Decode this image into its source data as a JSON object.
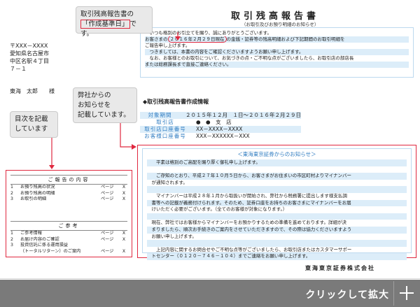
{
  "document": {
    "title": "取引残高報告書",
    "subtitle": "（お取引及びお預り明細のお知らせ）",
    "address": [
      "〒XXX－XXXX",
      "愛知県名古屋市",
      "中区名駅４丁目",
      "７－１"
    ],
    "recipient": "東海　太郎　　様",
    "intro_lines": [
      "いつも格別のお引立てを賜り、誠にありがとうございます。",
      "お客さまの",
      "ご報告申し上げます。",
      "つきましては、本書の内容をご確認くださいますようお願い申し上げます。",
      "なお、お客様とのお取引について、お気づきの点・ご不明な点がございましたら、お取引店の部店長",
      "または総務課長まで直接ご連絡ください。"
    ],
    "intro_date": "２０１６年２月２９日現在",
    "intro_line2_tail": "の金銭・証券等の残高明細および下記期間のお取引明細を",
    "info_heading": "◆取引残高報告書作成情報",
    "info_rows": [
      {
        "k": "対象期間",
        "v": "２０１５年１２月　１日～２０１６年２月２９日"
      },
      {
        "k": "取引店",
        "v": "●　●　支　店"
      },
      {
        "k": "取引店口座番号",
        "v": "XX－XXXX－XXXX"
      },
      {
        "k": "お客様口座番号",
        "v": "XXX－XXXXXX－XXX"
      }
    ],
    "notice_heading": "＜東海東京証券からのお知らせ＞",
    "notice_lines": [
      "平素は格別のご高配を賜り厚く御礼申し上げます。",
      "",
      "ご存知のとおり、平成２７年１０月５日から、お客さまがお住まいの市区町村よりマイナンバー",
      "が通知されます。",
      "",
      "マイナンバーは平成２８年１月から取扱いが開始され、弊社から税務署に提出します様支払調",
      "書等への記載が義務付けられます。そのため、証券口座をお持ちのお客さまにマイナンバーをお届",
      "けいただく必要がございます。（全てのお客様が対象になります。）",
      "",
      "現在、弊社ではお客様からマイナンバーをお預かりするための準備を進めております。詳細が決",
      "まりましたら、順次お手続きのご案内をさせていただきますので、その際は協力くださいますよう",
      "お願い申し上げます。",
      "",
      "上記内容に関するお問合せやご不明な点等がございましたら、お取引店またはカスタマーサポー",
      "トセンター（０１２０－７４６－１０４）までご連絡をお願い申し上げます。"
    ],
    "toc1_heading": "ご報告の内容",
    "toc1_items": [
      {
        "n": "1",
        "t": "お預り残高の状況",
        "p": "ページ　　X"
      },
      {
        "n": "2",
        "t": "お預り残高の明細",
        "p": "ページ　　X"
      },
      {
        "n": "3",
        "t": "お取引の明細",
        "p": "ページ　　X"
      }
    ],
    "toc2_heading": "ご参考",
    "toc2_items": [
      {
        "n": "1",
        "t": "ご参考情報",
        "p": "ページ　　X"
      },
      {
        "n": "2",
        "t": "お届け内容のご確認",
        "p": "ページ　　X"
      },
      {
        "n": "3",
        "t": "投資信託に係る運用損益",
        "p": ""
      },
      {
        "n": "",
        "t": "（トータルリターン）のご案内",
        "p": "ページ　　X"
      }
    ],
    "company": "東海東京証券株式会社"
  },
  "callouts": {
    "c1_line1": "取引残高報告書の",
    "c1_hl": "「作成基準日」",
    "c1_tail": "です。",
    "c2_lines": [
      "弊社からの",
      "お知らせを",
      "記載しています。"
    ],
    "c3_lines": [
      "目次を記載",
      "しています"
    ]
  },
  "banner": {
    "label": "クリックして拡大"
  },
  "colors": {
    "accent_red": "#e0283f",
    "accent_blue": "#2f7cc1",
    "banner": "#7a7a7a"
  }
}
